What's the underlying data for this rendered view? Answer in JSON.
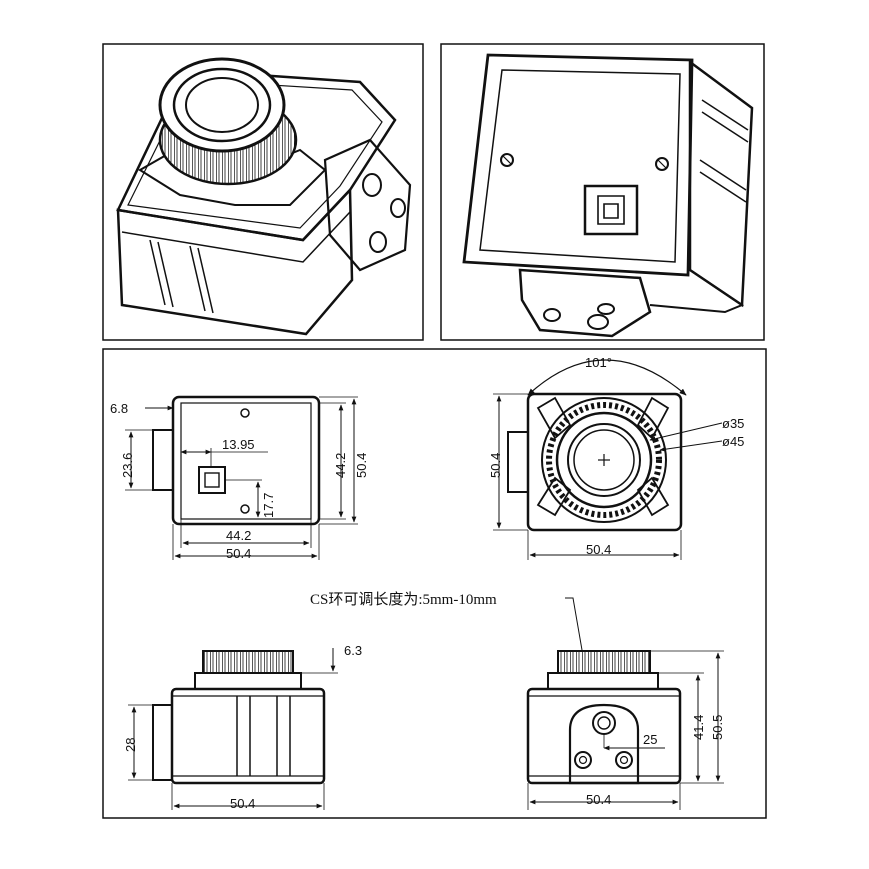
{
  "panels": {
    "top_left": "perspective-front-view",
    "top_right": "perspective-rear-view"
  },
  "rear_view": {
    "dim_6_8": "6.8",
    "dim_23_6": "23.6",
    "dim_13_95": "13.95",
    "dim_17_7": "17.7",
    "dim_44_2_v": "44.2",
    "dim_50_4_v": "50.4",
    "dim_44_2_h": "44.2",
    "dim_50_4_h": "50.4"
  },
  "front_view": {
    "angle": "101°",
    "dia_35": "ø35",
    "dia_45": "ø45",
    "dim_50_4_v": "50.4",
    "dim_50_4_h": "50.4"
  },
  "note": "CS环可调长度为:5mm-10mm",
  "side_view": {
    "dim_6_3": "6.3",
    "dim_28": "28",
    "dim_50_4": "50.4"
  },
  "bottom_view": {
    "dim_25": "25",
    "dim_41_4": "41.4",
    "dim_50_5": "50.5",
    "dim_50_4": "50.4"
  }
}
